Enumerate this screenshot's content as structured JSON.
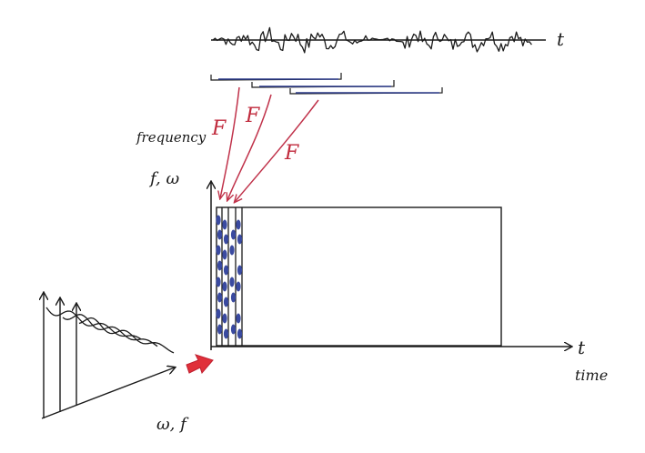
{
  "colors": {
    "ink": "#1a1a1a",
    "window_bar": "#2b3a8a",
    "fourier_arrow": "#c0324a",
    "stft_marks": "#3a4aa0",
    "pointer_arrow": "#e0303a"
  },
  "signal": {
    "axis_label": "t"
  },
  "transform_labels": [
    "F",
    "F",
    "F"
  ],
  "spectrogram": {
    "y_label": "frequency",
    "y_symbols": "f, ω",
    "x_symbol": "t",
    "x_label": "time"
  },
  "spectra_stack": {
    "axis_label": "ω, f",
    "count": 3
  },
  "icons": {
    "pointer": "red-arrow-icon"
  }
}
